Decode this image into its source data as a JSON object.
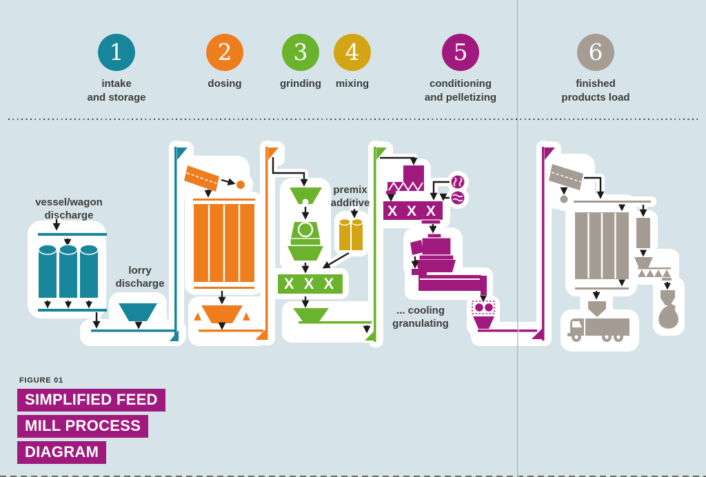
{
  "steps": [
    {
      "number": "1",
      "label_lines": [
        "intake",
        "and storage"
      ],
      "color": "#17869a"
    },
    {
      "number": "2",
      "label_lines": [
        "dosing"
      ],
      "color": "#ee7d1e"
    },
    {
      "number": "3",
      "label_lines": [
        "grinding"
      ],
      "color": "#6bb32c"
    },
    {
      "number": "4",
      "label_lines": [
        "mixing"
      ],
      "color": "#d3a514"
    },
    {
      "number": "5",
      "label_lines": [
        "conditioning",
        "and pelletizing"
      ],
      "color": "#a0197c"
    },
    {
      "number": "6",
      "label_lines": [
        "finished",
        "products load"
      ],
      "color": "#a59c94"
    }
  ],
  "diagram_labels": {
    "vessel_line1": "vessel/wagon",
    "vessel_line2": "discharge",
    "lorry_line1": "lorry",
    "lorry_line2": "discharge",
    "premix_line1": "premix",
    "premix_line2": "additive",
    "cooling_line1": "... cooling",
    "cooling_line2": "granulating",
    "mixer_marks": "X X X",
    "conditioner_marks": "X X X"
  },
  "figure": {
    "eyebrow": "FIGURE 01",
    "title_lines": [
      "SIMPLIFIED FEED",
      "MILL PROCESS",
      "DIAGRAM"
    ]
  },
  "colors": {
    "background": "#d6e4e9",
    "teal": "#17869a",
    "orange": "#ee7d1e",
    "green": "#6bb32c",
    "gold": "#d3a514",
    "magenta": "#a0197c",
    "gray": "#a59c94",
    "arrow": "#1a1a1a",
    "label_text": "#3b3b3b"
  }
}
